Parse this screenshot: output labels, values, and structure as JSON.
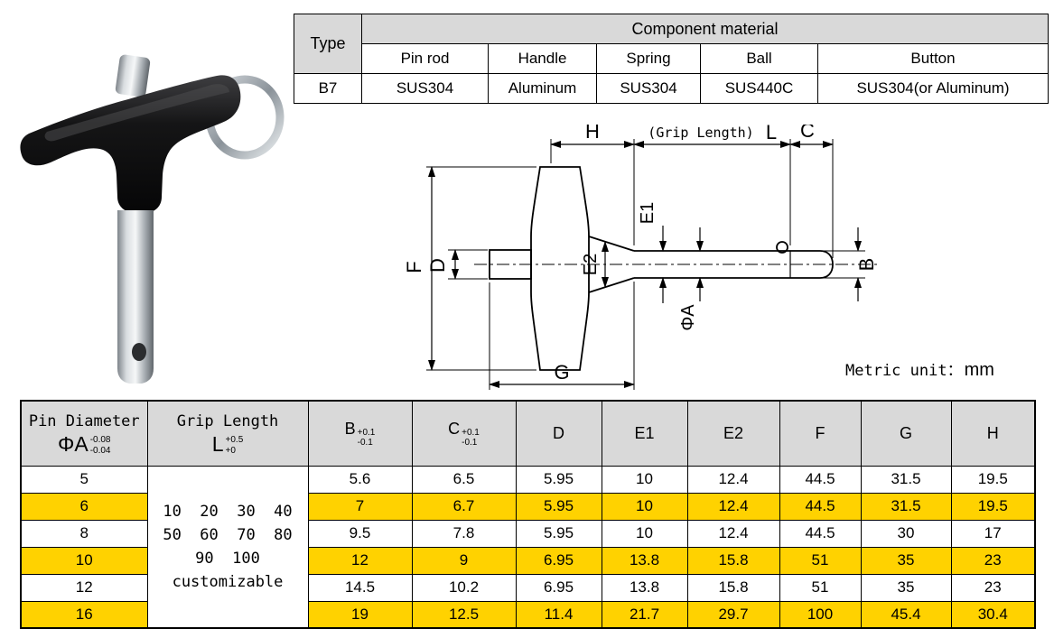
{
  "colors": {
    "highlight_row": "#ffd200",
    "header_bg": "#d9d9d9",
    "table_border": "#000000"
  },
  "material_table": {
    "type_header": "Type",
    "group_header": "Component material",
    "columns": [
      "Pin rod",
      "Handle",
      "Spring",
      "Ball",
      "Button"
    ],
    "rows": [
      {
        "type": "B7",
        "pin_rod": "SUS304",
        "handle": "Aluminum",
        "spring": "SUS304",
        "ball": "SUS440C",
        "button": "SUS304(or Aluminum)"
      }
    ]
  },
  "drawing": {
    "dim_h": "H",
    "dim_grip_prefix": "(Grip Length)",
    "dim_l": "L",
    "dim_c": "C",
    "dim_f": "F",
    "dim_d": "D",
    "dim_e2": "E2",
    "dim_e1": "E1",
    "dim_phi_a": "ΦA",
    "dim_b": "B",
    "dim_g": "G",
    "metric_label": "Metric unit：",
    "metric_unit": "mm"
  },
  "dim_table": {
    "headers": {
      "pin_diameter_title": "Pin Diameter",
      "pin_diameter_symbol": "ΦA",
      "pin_diameter_tol_upper": "-0.08",
      "pin_diameter_tol_lower": "-0.04",
      "grip_length_title": "Grip Length",
      "grip_length_symbol": "L",
      "grip_length_tol_upper": "+0.5",
      "grip_length_tol_lower": "+0",
      "b_label": "B",
      "b_tol_upper": "+0.1",
      "b_tol_lower": "-0.1",
      "c_label": "C",
      "c_tol_upper": "+0.1",
      "c_tol_lower": "-0.1",
      "d_label": "D",
      "e1_label": "E1",
      "e2_label": "E2",
      "f_label": "F",
      "g_label": "G",
      "h_label": "H"
    },
    "grip_length_lines": [
      "10  20  30  40",
      "50  60  70  80",
      "90  100",
      "customizable"
    ],
    "rows": [
      {
        "phi_a": "5",
        "b": "5.6",
        "c": "6.5",
        "d": "5.95",
        "e1": "10",
        "e2": "12.4",
        "f": "44.5",
        "g": "31.5",
        "h": "19.5"
      },
      {
        "phi_a": "6",
        "b": "7",
        "c": "6.7",
        "d": "5.95",
        "e1": "10",
        "e2": "12.4",
        "f": "44.5",
        "g": "31.5",
        "h": "19.5"
      },
      {
        "phi_a": "8",
        "b": "9.5",
        "c": "7.8",
        "d": "5.95",
        "e1": "10",
        "e2": "12.4",
        "f": "44.5",
        "g": "30",
        "h": "17"
      },
      {
        "phi_a": "10",
        "b": "12",
        "c": "9",
        "d": "6.95",
        "e1": "13.8",
        "e2": "15.8",
        "f": "51",
        "g": "35",
        "h": "23"
      },
      {
        "phi_a": "12",
        "b": "14.5",
        "c": "10.2",
        "d": "6.95",
        "e1": "13.8",
        "e2": "15.8",
        "f": "51",
        "g": "35",
        "h": "23"
      },
      {
        "phi_a": "16",
        "b": "19",
        "c": "12.5",
        "d": "11.4",
        "e1": "21.7",
        "e2": "29.7",
        "f": "100",
        "g": "45.4",
        "h": "30.4"
      }
    ]
  }
}
